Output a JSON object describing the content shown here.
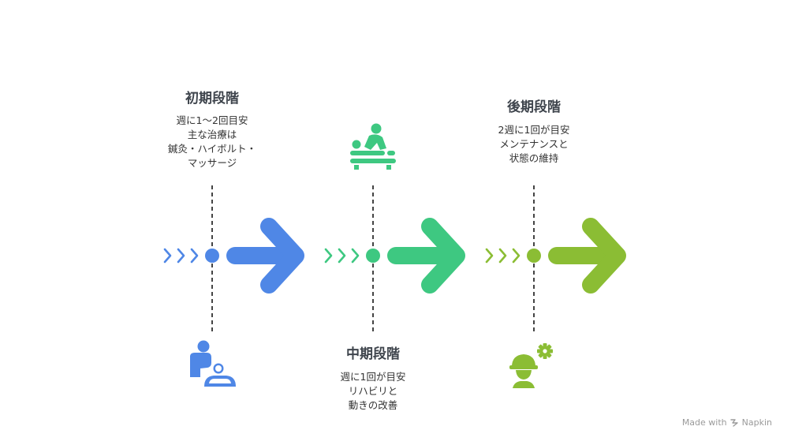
{
  "stages": [
    {
      "id": "early",
      "title": "初期段階",
      "lines": [
        "週に1〜2回目安",
        "主な治療は",
        "鍼灸・ハイボルト・",
        "マッサージ"
      ],
      "color": "#4f87e6",
      "icon": "caregiver-with-child-icon"
    },
    {
      "id": "middle",
      "title": "中期段階",
      "lines": [
        "週に1回が目安",
        "リハビリと",
        "動きの改善"
      ],
      "color": "#3ec881",
      "icon": "massage-therapy-icon"
    },
    {
      "id": "late",
      "title": "後期段階",
      "lines": [
        "2週に1回が目安",
        "メンテナンスと",
        "状態の維持"
      ],
      "color": "#8bbd34",
      "icon": "worker-with-gear-icon"
    }
  ],
  "footer": {
    "made_with": "Made with",
    "brand": "Napkin"
  }
}
